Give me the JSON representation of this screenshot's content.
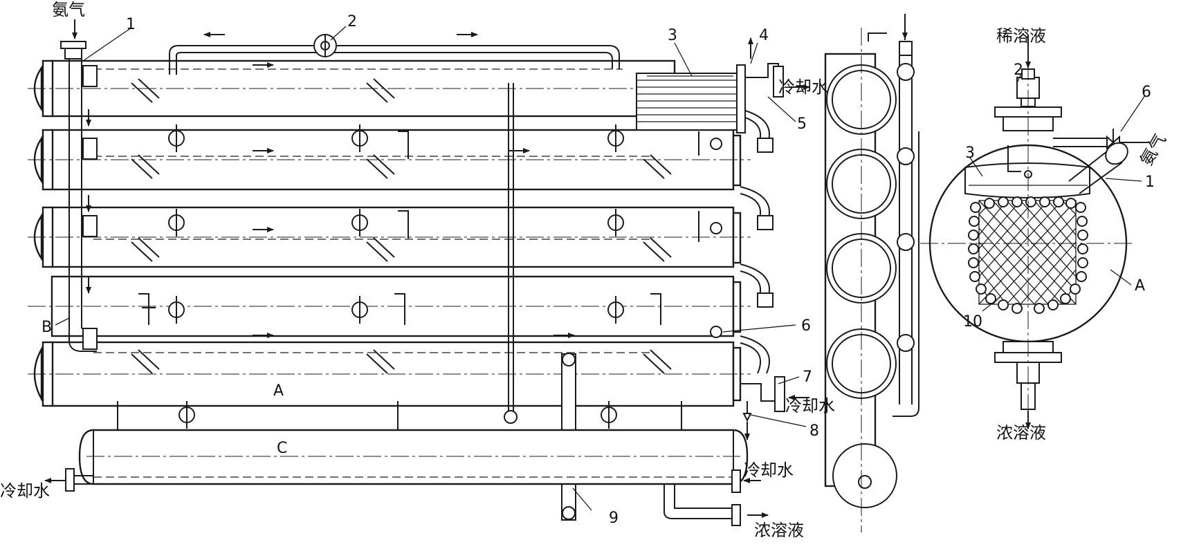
{
  "labels": {
    "ammonia_gas": "氨气",
    "cooling_water": "冷却水",
    "dilute_solution": "稀溶液",
    "concentrated_solution": "浓溶液",
    "ammonia_gas_rotated": "氨气"
  },
  "callouts": {
    "n1": "1",
    "n2": "2",
    "n3": "3",
    "n4": "4",
    "n5": "5",
    "n6": "6",
    "n7": "7",
    "n8": "8",
    "n9": "9",
    "n10": "10",
    "A": "A",
    "B": "B",
    "C": "C"
  },
  "colors": {
    "line": "#1a1a1a",
    "background": "#ffffff"
  }
}
